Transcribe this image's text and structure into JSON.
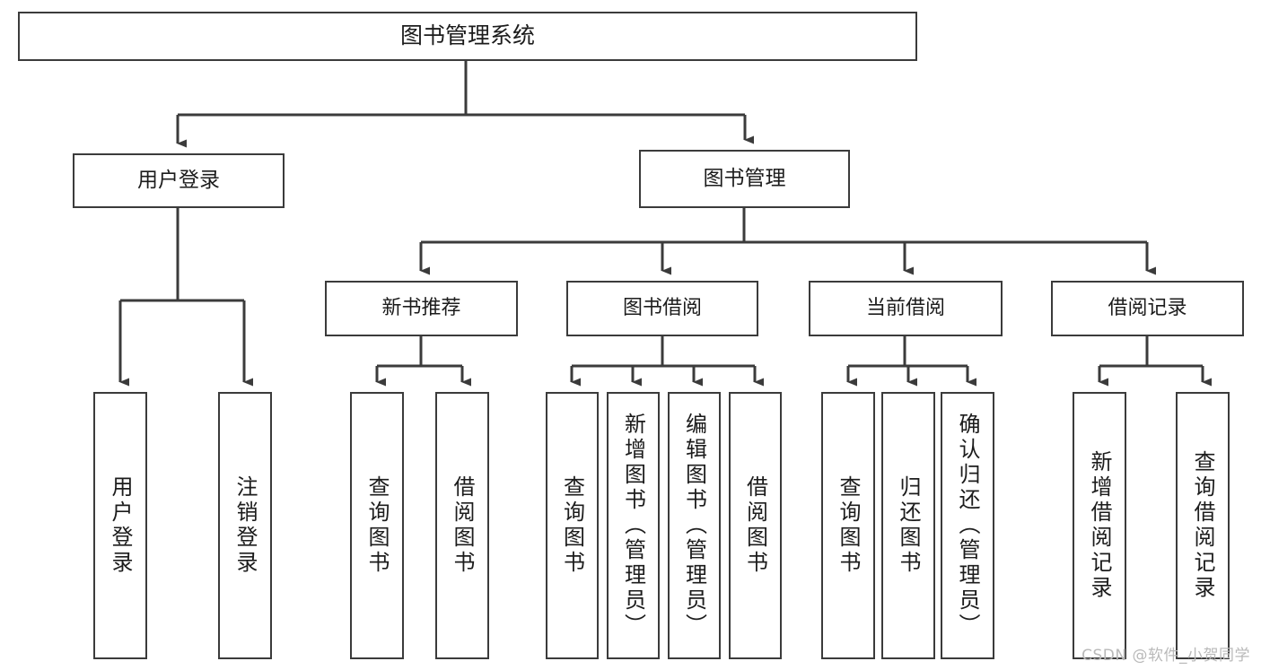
{
  "diagram": {
    "title": "图书管理系统",
    "type": "tree-hierarchy-diagram",
    "colors": {
      "background": "#ffffff",
      "stroke": "#3b3b3b",
      "text": "#1c1c1c",
      "watermark": "#b9b9b9"
    },
    "root": {
      "label": "图书管理系统"
    },
    "level1": [
      {
        "label": "用户登录"
      },
      {
        "label": "图书管理"
      }
    ],
    "level2": [
      {
        "label": "新书推荐"
      },
      {
        "label": "图书借阅"
      },
      {
        "label": "当前借阅"
      },
      {
        "label": "借阅记录"
      }
    ],
    "leaves": [
      {
        "label": "用户登录"
      },
      {
        "label": "注销登录"
      },
      {
        "label": "查询图书"
      },
      {
        "label": "借阅图书"
      },
      {
        "label": "查询图书"
      },
      {
        "label": "新增图书（管理员）"
      },
      {
        "label": "编辑图书（管理员）"
      },
      {
        "label": "借阅图书"
      },
      {
        "label": "查询图书"
      },
      {
        "label": "归还图书"
      },
      {
        "label": "确认归还（管理员）"
      },
      {
        "label": "新增借阅记录"
      },
      {
        "label": "查询借阅记录"
      }
    ]
  },
  "watermark": {
    "text": "CSDN @软件_小贺同学"
  }
}
